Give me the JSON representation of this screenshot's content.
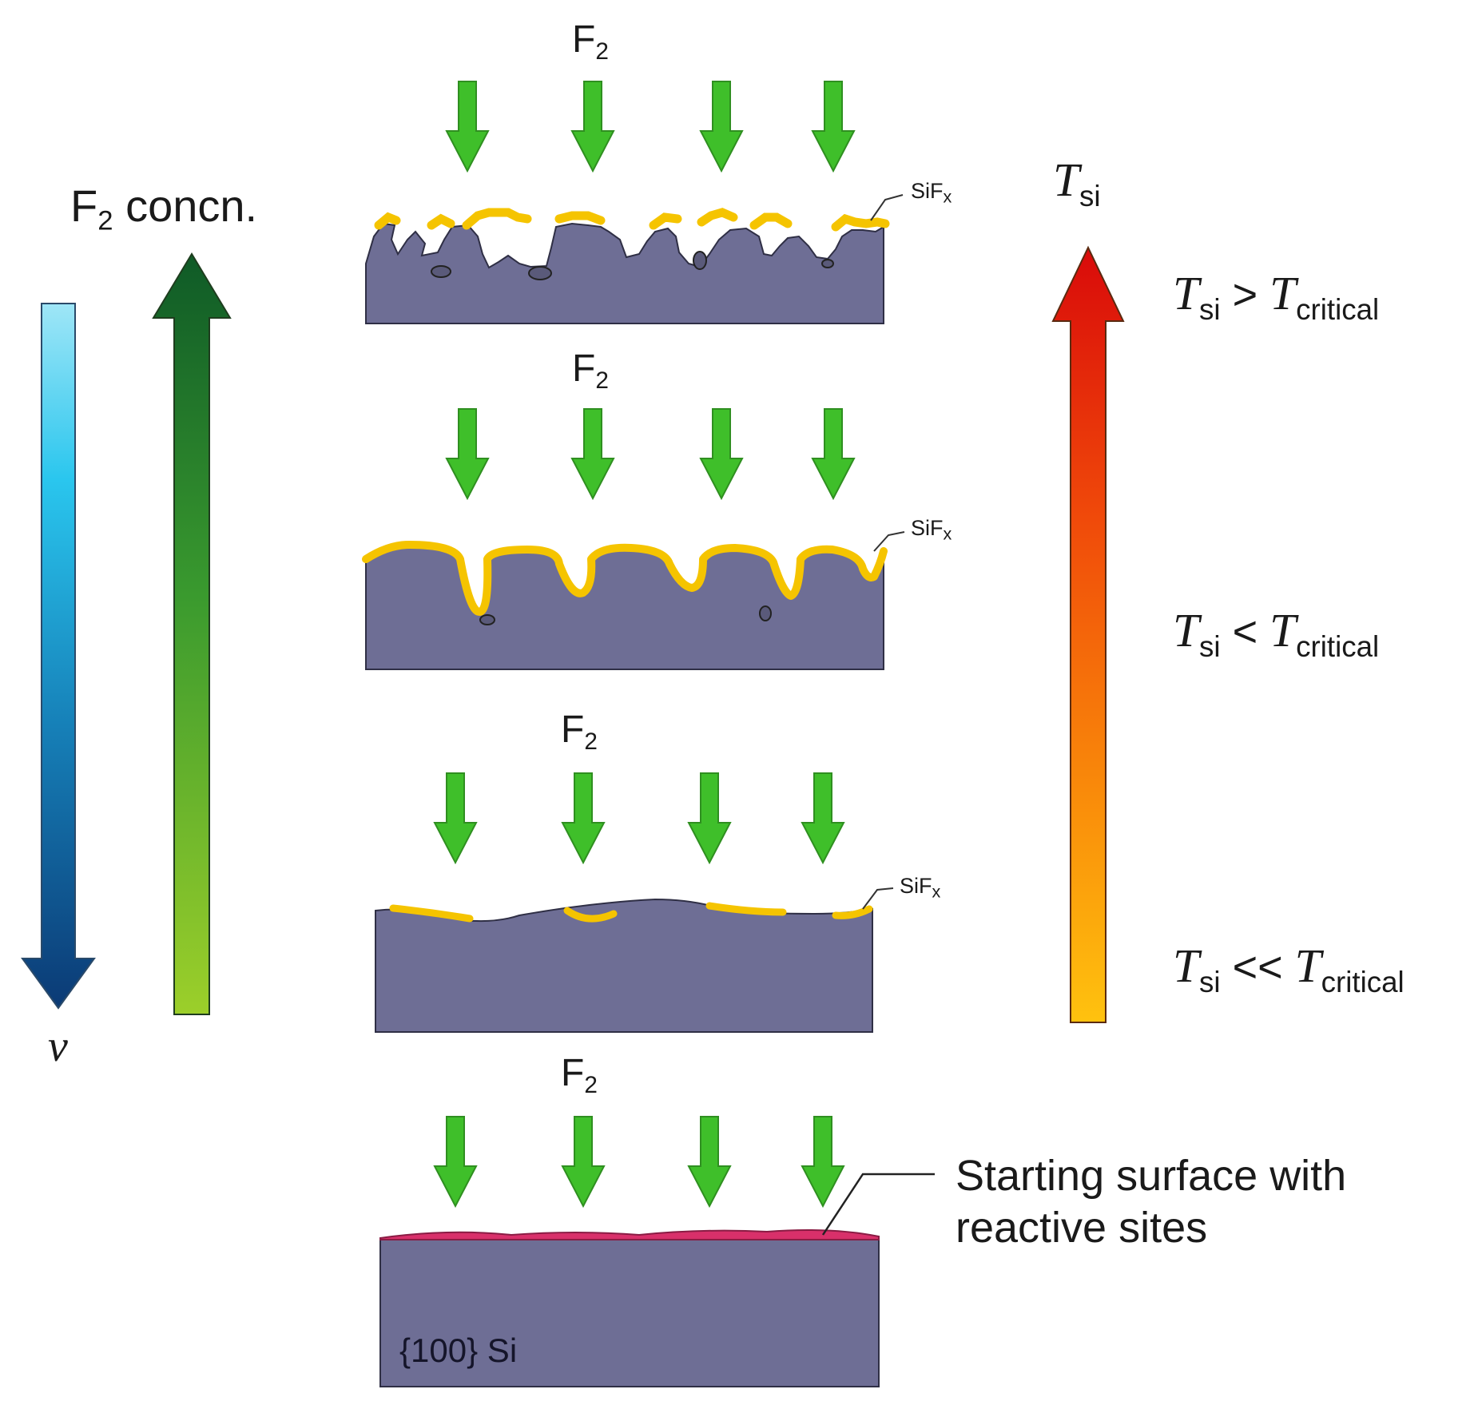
{
  "title": "",
  "left_axis": {
    "concentration": {
      "base": "F",
      "sub": "2",
      "suffix": " concn."
    },
    "velocity": "v"
  },
  "right_axis": {
    "temperature": {
      "base": "T",
      "sub": "si"
    }
  },
  "conditions": [
    {
      "lhs_base": "T",
      "lhs_sub": "si",
      "op": " > ",
      "rhs_base": "T",
      "rhs_sub": "critical"
    },
    {
      "lhs_base": "T",
      "lhs_sub": "si",
      "op": " < ",
      "rhs_base": "T",
      "rhs_sub": "critical"
    },
    {
      "lhs_base": "T",
      "lhs_sub": "si",
      "op": " << ",
      "rhs_base": "T",
      "rhs_sub": "critical"
    }
  ],
  "stages": [
    {
      "gas": {
        "base": "F",
        "sub": "2"
      },
      "layer": {
        "base": "SiF",
        "sub": "x"
      }
    },
    {
      "gas": {
        "base": "F",
        "sub": "2"
      },
      "layer": {
        "base": "SiF",
        "sub": "x"
      }
    },
    {
      "gas": {
        "base": "F",
        "sub": "2"
      },
      "layer": {
        "base": "SiF",
        "sub": "x"
      }
    },
    {
      "gas": {
        "base": "F",
        "sub": "2"
      }
    }
  ],
  "substrate_label": "{100} Si",
  "starting_surface_note": [
    "Starting surface with",
    "reactive sites"
  ],
  "colors": {
    "silicon": "#6e6e95",
    "sifx_layer": "#f5c400",
    "reactive_sites": "#d8306a",
    "f2_arrow": "#3fbf2a",
    "f2_arrow_outline": "#2f8f20"
  }
}
